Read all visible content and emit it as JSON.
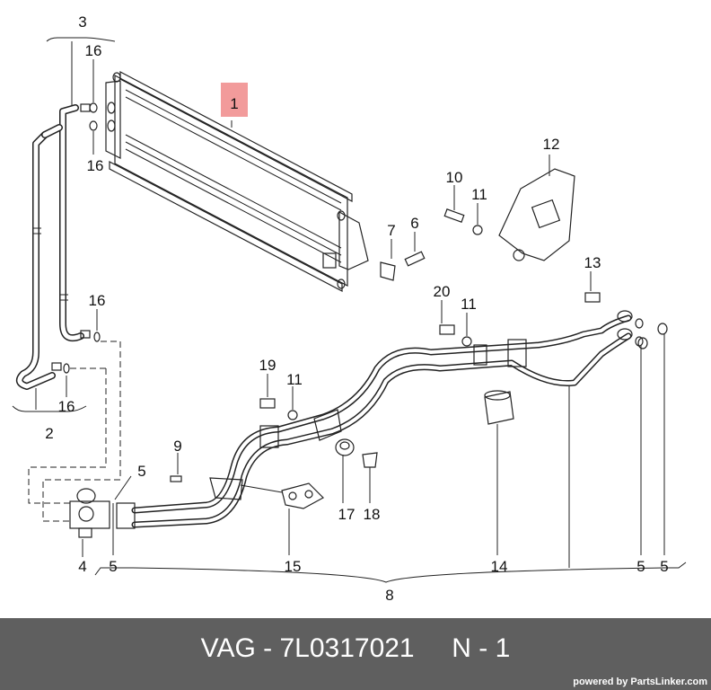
{
  "callouts": [
    {
      "id": "c1",
      "text": "1",
      "highlight": true
    },
    {
      "id": "c3",
      "text": "3"
    },
    {
      "id": "c16a",
      "text": "16"
    },
    {
      "id": "c16b",
      "text": "16"
    },
    {
      "id": "c16c",
      "text": "16"
    },
    {
      "id": "c16d",
      "text": "16"
    },
    {
      "id": "c2",
      "text": "2"
    },
    {
      "id": "c12",
      "text": "12"
    },
    {
      "id": "c10",
      "text": "10"
    },
    {
      "id": "c11a",
      "text": "11"
    },
    {
      "id": "c7",
      "text": "7"
    },
    {
      "id": "c6",
      "text": "6"
    },
    {
      "id": "c13",
      "text": "13"
    },
    {
      "id": "c20",
      "text": "20"
    },
    {
      "id": "c11b",
      "text": "11"
    },
    {
      "id": "c19",
      "text": "19"
    },
    {
      "id": "c11c",
      "text": "11"
    },
    {
      "id": "c9",
      "text": "9"
    },
    {
      "id": "c5a",
      "text": "5"
    },
    {
      "id": "c5b",
      "text": "5"
    },
    {
      "id": "c4",
      "text": "4"
    },
    {
      "id": "c15",
      "text": "15"
    },
    {
      "id": "c17",
      "text": "17"
    },
    {
      "id": "c18",
      "text": "18"
    },
    {
      "id": "c14",
      "text": "14"
    },
    {
      "id": "c5c",
      "text": "5"
    },
    {
      "id": "c5d",
      "text": "5"
    },
    {
      "id": "c8",
      "text": "8"
    }
  ],
  "highlight_color": "#f08a8a",
  "footer": {
    "title": "VAG - 7L0317021     N - 1",
    "credit": "powered by PartsLinker.com",
    "background": "#5f5f5f"
  }
}
